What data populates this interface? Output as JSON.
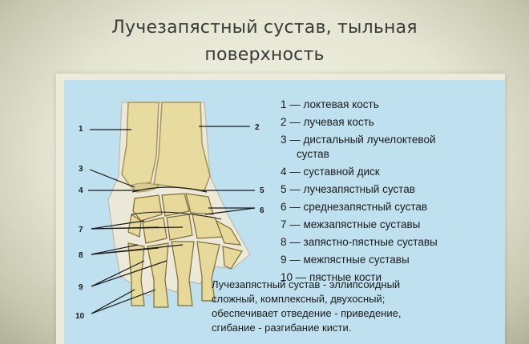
{
  "title": {
    "line1": "Лучезапястный сустав, тыльная",
    "line2": "поверхность"
  },
  "callouts": [
    "1",
    "2",
    "3",
    "4",
    "5",
    "6",
    "7",
    "8",
    "9",
    "10"
  ],
  "legend": [
    "1 — локтевая кость",
    "2 — лучевая кость",
    "3 — дистальный лучелоктевой",
    "сустав",
    "4 — суставной диск",
    "5 — лучезапястный сустав",
    "6 — среднезапястный сустав",
    "7 — межзапястные суставы",
    "8 — запястно-пястные суставы",
    "9 — межпястные суставы",
    "10 — пястные кости"
  ],
  "note": [
    "Лучезапястный сустав - эллипсоидный",
    "сложный, комплексный, двухосный;",
    "обеспечивает отведение - приведение,",
    "сгибание - разгибание кисти."
  ],
  "colors": {
    "background": "#bfe0ee",
    "bone": "#e8dba0",
    "bone_dark": "#b9a45c",
    "ligament": "#ede9d8"
  }
}
